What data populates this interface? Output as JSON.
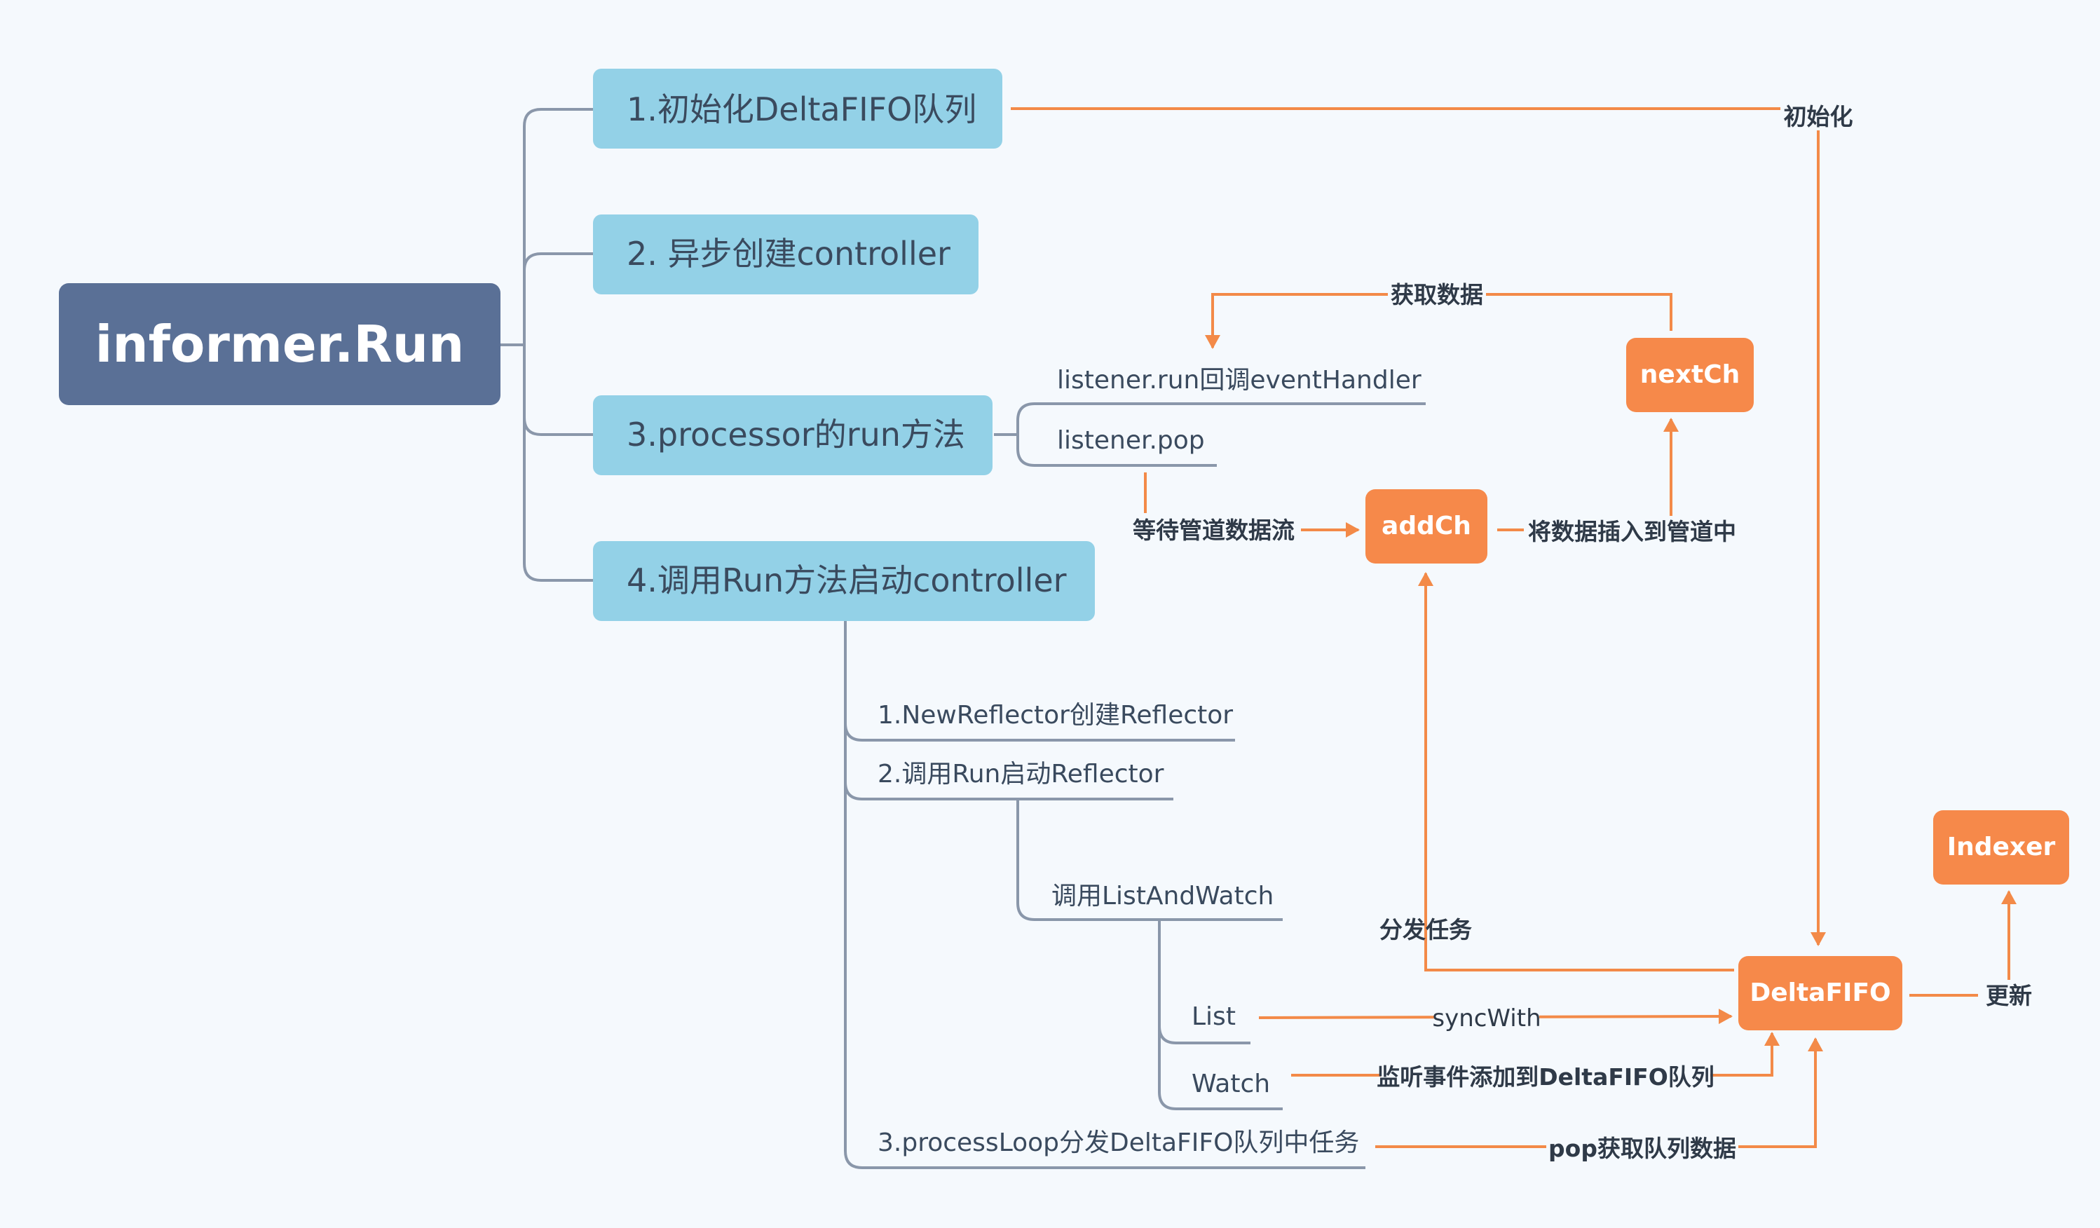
{
  "colors": {
    "background": "#f5f9fd",
    "root_fill": "#5a7096",
    "step_fill": "#93d1e7",
    "orange_fill": "#f6894a",
    "tree_line": "#8a97aa",
    "flow_line": "#f38a48"
  },
  "root": {
    "label": "informer.Run"
  },
  "steps": {
    "init": "1.初始化DeltaFIFO队列",
    "create_controller": "2. 异步创建controller",
    "processor_run": "3.processor的run方法",
    "run_controller": "4.调用Run方法启动controller"
  },
  "processor_children": {
    "listener_run": "listener.run回调eventHandler",
    "listener_pop": "listener.pop"
  },
  "controller_children": {
    "new_reflector": "1.NewReflector创建Reflector",
    "run_reflector": "2.调用Run启动Reflector",
    "list_and_watch": "调用ListAndWatch",
    "list": "List",
    "watch": "Watch",
    "process_loop": "3.processLoop分发DeltaFIFO队列中任务"
  },
  "components": {
    "next_ch": "nextCh",
    "add_ch": "addCh",
    "delta_fifo": "DeltaFIFO",
    "indexer": "Indexer"
  },
  "edge_labels": {
    "init": "初始化",
    "fetch_data": "获取数据",
    "wait_stream": "等待管道数据流",
    "insert_pipe": "将数据插入到管道中",
    "dispatch": "分发任务",
    "sync_with": "syncWith",
    "watch_add": "监听事件添加到DeltaFIFO队列",
    "pop_fetch": "pop获取队列数据",
    "update": "更新"
  }
}
